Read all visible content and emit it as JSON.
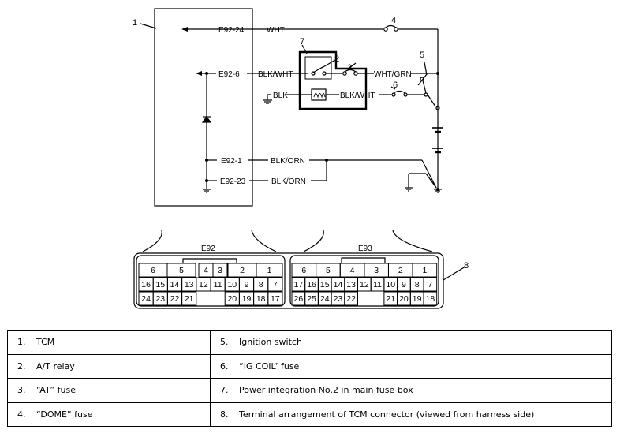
{
  "wiring": {
    "callouts": {
      "tcm": "1",
      "at_relay": "2",
      "at_fuse": "3",
      "dome_fuse": "4",
      "ignition_switch": "5",
      "ig_coil_fuse": "6",
      "power_integration": "7",
      "connector": "8"
    },
    "terminals": {
      "e92_24": "E92-24",
      "e92_6": "E92-6",
      "e92_1": "E92-1",
      "e92_23": "E92-23"
    },
    "wires": {
      "wht": "WHT",
      "blk_wht_top": "BLK/WHT",
      "wht_grn": "WHT/GRN",
      "blk": "BLK",
      "blk_wht_relay": "BLK/WHT",
      "blk_orn_1": "BLK/ORN",
      "blk_orn_23": "BLK/ORN"
    }
  },
  "connector": {
    "e92": {
      "label": "E92",
      "row1": [
        "6",
        "5",
        "4",
        "3",
        "2",
        "1"
      ],
      "row2": [
        "16",
        "15",
        "14",
        "13",
        "12",
        "11",
        "10",
        "9",
        "8",
        "7"
      ],
      "row3": [
        "24",
        "23",
        "22",
        "21",
        "20",
        "19",
        "18",
        "17"
      ]
    },
    "e93": {
      "label": "E93",
      "row1": [
        "6",
        "5",
        "4",
        "3",
        "2",
        "1"
      ],
      "row2": [
        "17",
        "16",
        "15",
        "14",
        "13",
        "12",
        "11",
        "10",
        "9",
        "8",
        "7"
      ],
      "row3": [
        "26",
        "25",
        "24",
        "23",
        "22",
        "21",
        "20",
        "19",
        "18"
      ]
    }
  },
  "legend": [
    [
      {
        "num": "1.",
        "text": "TCM"
      },
      {
        "num": "5.",
        "text": "Ignition switch"
      }
    ],
    [
      {
        "num": "2.",
        "text": "A/T relay"
      },
      {
        "num": "6.",
        "text": "“IG COIL” fuse"
      }
    ],
    [
      {
        "num": "3.",
        "text": "“AT” fuse"
      },
      {
        "num": "7.",
        "text": "Power integration No.2 in main fuse box"
      }
    ],
    [
      {
        "num": "4.",
        "text": "“DOME” fuse"
      },
      {
        "num": "8.",
        "text": "Terminal arrangement of TCM connector (viewed from harness side)"
      }
    ]
  ]
}
